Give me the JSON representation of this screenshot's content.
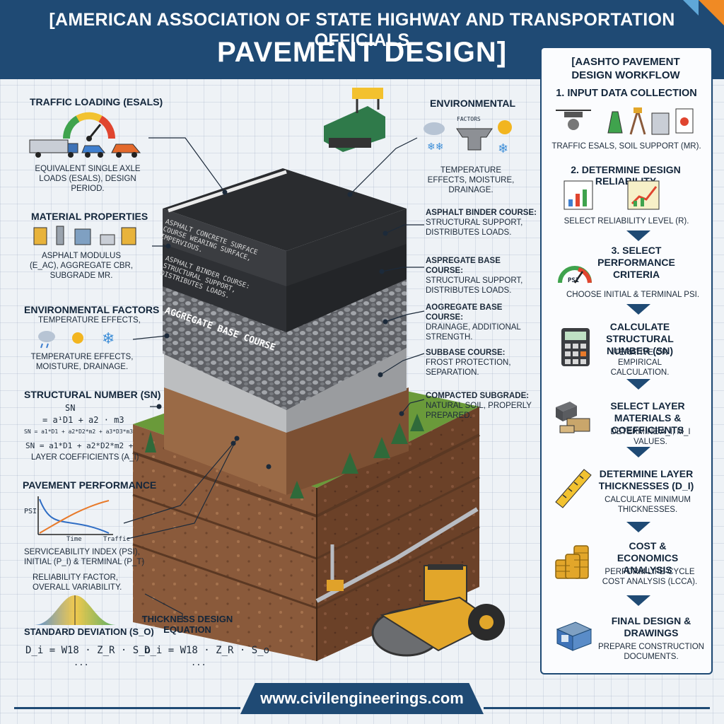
{
  "header": {
    "line1": "[AMERICAN ASSOCIATION OF STATE HIGHWAY AND TRANSPORTATION OFFICIALS",
    "line2": "PAVEMENT DESIGN]"
  },
  "left": {
    "traffic_title": "TRAFFIC LOADING (ESALs)",
    "traffic_desc": "EQUIVALENT SINGLE AXLE LOADS (ESALs), DESIGN PERIOD.",
    "material_title": "MATERIAL PROPERTIES",
    "material_desc": "ASPHALT MODULUS (E_ac), AGGREGATE CBR, SUBGRADE Mr.",
    "env_title": "ENVIRONMENTAL FACTORS",
    "env_sub": "TEMPERATURE EFFECTS,",
    "env_desc": "TEMPERATURE EFFECTS, MOISTURE, DRAINAGE.",
    "sn_title": "STRUCTURAL NUMBER (SN)",
    "sn_eq1": "SN",
    "sn_eq2": "= a¹D1 + a2 · m3",
    "sn_eq3": "SN = a1*D1 + a2*D2*m2 + a3*D3*m3",
    "sn_eq4": "SN = a1*D1 + a2*D2*m2 +",
    "sn_desc": "LAYER COEFFICIENTS (a_i)",
    "perf_title": "PAVEMENT PERFORMANCE",
    "perf_axis_y": "PSI",
    "perf_axis_time": "Time",
    "perf_axis_traffic": "Traffic",
    "perf_desc": "SERVICEABILITY INDEX (PSI), INITIAL (p_i) & TERMINAL (p_t)",
    "rel_desc": "RELIABILITY FACTOR, OVERALL VARIABILITY.",
    "std_title": "STANDARD DEVIATION (S_o)",
    "std_eq": "D_i = W18 · Z_R · S_o",
    "std_eq_tail": "...",
    "thick_title": "THICKNESS DESIGN EQUATION",
    "thick_eq": "D_i = W18 · Z_R · S_o",
    "thick_eq_tail": "..."
  },
  "middle": {
    "env_title": "ENVIRONMENTAL",
    "env_icon_label": "FACTORS",
    "env_desc": "TEMPERATURE EFFECTS, MOISTURE, DRAINAGE.",
    "layer_surface": "ASPHALT CONCRETE SURFACE COURSE WEARING SURFACE, IMPERVIOUS.",
    "layer_binder": "ASPHALT BINDER COURSE: STRUCTURAL SUPPORT, DISTRIBUTES LOADS.",
    "layer_base": "AGGREGATE BASE COURSE",
    "callouts": [
      {
        "title": "ASPHALT BINDER COURSE:",
        "desc": "STRUCTURAL SUPPORT, DISTRIBUTES LOADS."
      },
      {
        "title": "ASPREGATE BASE COURSE:",
        "desc": "STRUCTURAL SUPPORT, DISTRIBUTES LOADS."
      },
      {
        "title": "AOGREGATE BASE COURSE:",
        "desc": "DRAINAGE, ADDITIONAL STRENGTH."
      },
      {
        "title": "SUBBASE COURSE:",
        "desc": "FROST PROTECTION, SEPARATION."
      },
      {
        "title": "COMPACTED SUBGRADE:",
        "desc": "NATURAL SOIL, PROPERLY PREPARED."
      }
    ]
  },
  "workflow": {
    "title": "[AASHTO PAVEMENT DESIGN WORKFLOW",
    "steps": [
      {
        "title": "1. INPUT DATA COLLECTION",
        "desc": "TRAFFIC ESALs, SOIL SUPPORT (Mr)."
      },
      {
        "title": "2. DETERMINE DESIGN RELIABILITY",
        "desc": "SELECT RELIABILITY LEVEL (R)."
      },
      {
        "title": "3. SELECT PERFORMANCE CRITERIA",
        "desc": "CHOOSE INITIAL & TERMINAL PSI."
      },
      {
        "title": "CALCULATE STRUCTURAL NUMBER (SN)",
        "desc": "ITERATIVE OR EMPIRICAL CALCULATION."
      },
      {
        "title": "SELECT LAYER MATERIALS & COEFFICIENTS",
        "desc": "DETERMINE a_i, m_i VALUES."
      },
      {
        "title": "DETERMINE LAYER THICKNESSES (D_i)",
        "desc": "CALCULATE MINIMUM THICKNESSES."
      },
      {
        "title": "COST & ECONOMICS ANALYSIS",
        "desc": "PERFORM LIFE-CYCLE COST ANALYSIS (LCCA)."
      },
      {
        "title": "FINAL DESIGN & DRAWINGS",
        "desc": "PREPARE CONSTRUCTION DOCUMENTS."
      }
    ],
    "psi_label": "PSI"
  },
  "footer": {
    "url": "www.civilengineerings.com"
  },
  "colors": {
    "navy": "#1f4a74",
    "orange": "#f08a24",
    "asphalt": "#2b2d30",
    "aggregate": "#6d6f73",
    "subbase": "#b9bbbd",
    "subgrade": "#8a5a3b",
    "grass": "#6a9a3a"
  }
}
